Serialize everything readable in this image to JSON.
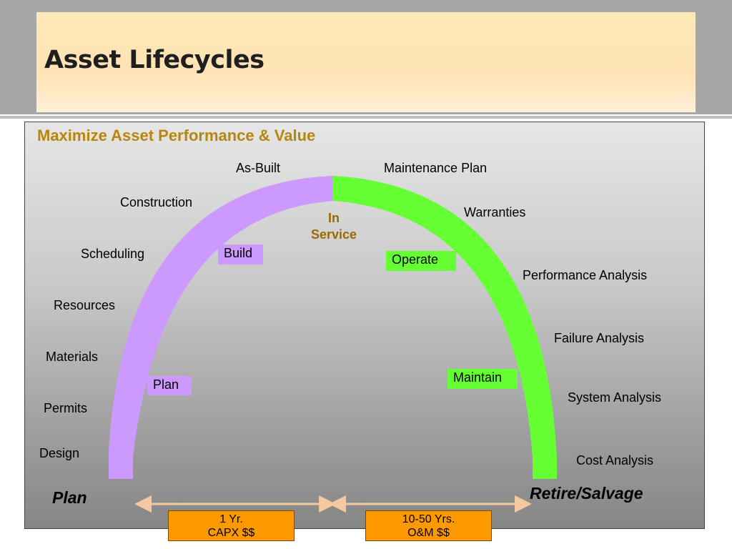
{
  "slide": {
    "title": "Asset Lifecycles",
    "panel_title": "Maximize Asset Performance & Value"
  },
  "colors": {
    "plan_build_arc": "#cc99ff",
    "operate_maintain_arc": "#66ff33",
    "cost_box": "#ff9900",
    "panel_title": "#b8860b",
    "in_service": "#9a6a00",
    "arrow": "#f4c9a0"
  },
  "arc": {
    "center_label_line1": "In",
    "center_label_line2": "Service"
  },
  "left_labels": [
    "As-Built",
    "Construction",
    "Scheduling",
    "Resources",
    "Materials",
    "Permits",
    "Design"
  ],
  "right_labels": [
    "Maintenance Plan",
    "Warranties",
    "Performance Analysis",
    "Failure Analysis",
    "System Analysis",
    "Cost Analysis"
  ],
  "phase_boxes": {
    "build": "Build",
    "plan": "Plan",
    "operate": "Operate",
    "maintain": "Maintain"
  },
  "ends": {
    "start": "Plan",
    "end": "Retire/Salvage"
  },
  "cost_boxes": [
    {
      "line1": "1 Yr.",
      "line2": "CAPX $$"
    },
    {
      "line1": "10-50 Yrs.",
      "line2": "O&M $$"
    }
  ]
}
